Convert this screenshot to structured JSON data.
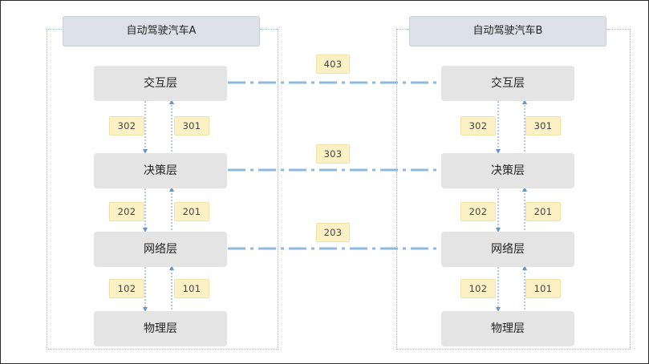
{
  "systems": [
    {
      "title": "自动驾驶汽车A"
    },
    {
      "title": "自动驾驶汽车B"
    }
  ],
  "layers": [
    "交互层",
    "决策层",
    "网络层",
    "物理层"
  ],
  "vertical_labels": [
    {
      "down": "302",
      "up": "301"
    },
    {
      "down": "202",
      "up": "201"
    },
    {
      "down": "102",
      "up": "101"
    }
  ],
  "peer_labels": [
    "403",
    "303",
    "203"
  ],
  "colors": {
    "dashdot_line": "#8fb8de",
    "vertical_line": "#6b93c4",
    "tag_bg": "#fbf1c4",
    "layer_bg": "#e4e4e4",
    "title_bg": "#dde1e9"
  }
}
